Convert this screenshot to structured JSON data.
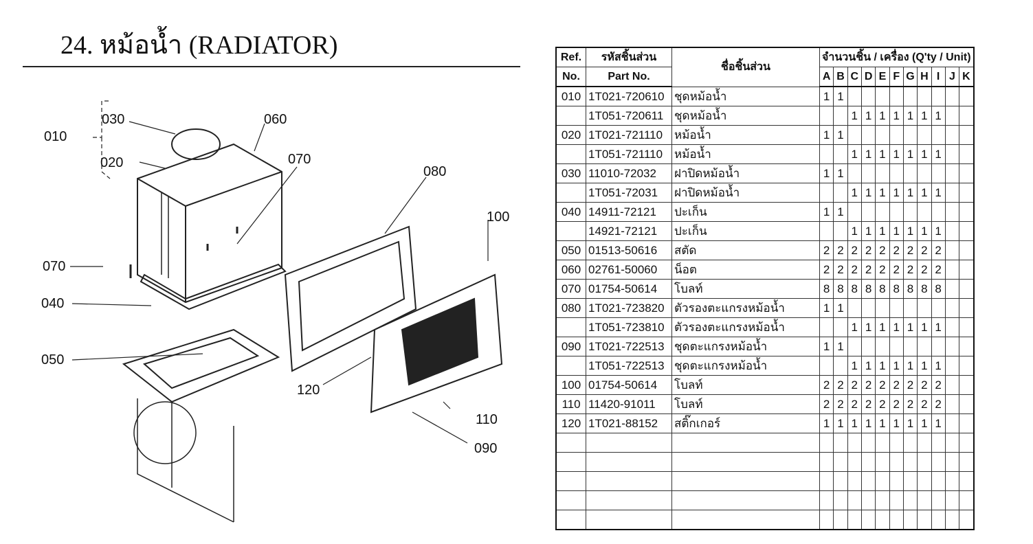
{
  "title": "24. หม้อน้ำ (RADIATOR)",
  "diagram_labels": {
    "l010": "010",
    "l020": "020",
    "l030": "030",
    "l040": "040",
    "l050": "050",
    "l060": "060",
    "l070a": "070",
    "l070b": "070",
    "l080": "080",
    "l090": "090",
    "l100": "100",
    "l110": "110",
    "l120": "120"
  },
  "table": {
    "header": {
      "ref1": "Ref.",
      "ref2": "No.",
      "part_th": "รหัสชิ้นส่วน",
      "part_en": "Part No.",
      "name": "ชื่อชิ้นส่วน",
      "qty": "จำนวนชิ้น / เครื่อง (Q'ty / Unit)",
      "models": [
        "A",
        "B",
        "C",
        "D",
        "E",
        "F",
        "G",
        "H",
        "I",
        "J",
        "K"
      ]
    },
    "rows": [
      {
        "ref": "010",
        "part": "1T021-720610",
        "name": "ชุดหม้อน้ำ",
        "qty": [
          "1",
          "1",
          "",
          "",
          "",
          "",
          "",
          "",
          "",
          "",
          ""
        ]
      },
      {
        "ref": "",
        "part": "1T051-720611",
        "name": "ชุดหม้อน้ำ",
        "qty": [
          "",
          "",
          "1",
          "1",
          "1",
          "1",
          "1",
          "1",
          "1",
          "",
          ""
        ]
      },
      {
        "ref": "020",
        "part": "1T021-721110",
        "name": "หม้อน้ำ",
        "qty": [
          "1",
          "1",
          "",
          "",
          "",
          "",
          "",
          "",
          "",
          "",
          ""
        ]
      },
      {
        "ref": "",
        "part": "1T051-721110",
        "name": "หม้อน้ำ",
        "qty": [
          "",
          "",
          "1",
          "1",
          "1",
          "1",
          "1",
          "1",
          "1",
          "",
          ""
        ]
      },
      {
        "ref": "030",
        "part": "11010-72032",
        "name": "ฝาปิดหม้อน้ำ",
        "qty": [
          "1",
          "1",
          "",
          "",
          "",
          "",
          "",
          "",
          "",
          "",
          ""
        ]
      },
      {
        "ref": "",
        "part": "1T051-72031",
        "name": "ฝาปิดหม้อน้ำ",
        "qty": [
          "",
          "",
          "1",
          "1",
          "1",
          "1",
          "1",
          "1",
          "1",
          "",
          ""
        ]
      },
      {
        "ref": "040",
        "part": "14911-72121",
        "name": "ปะเก็น",
        "qty": [
          "1",
          "1",
          "",
          "",
          "",
          "",
          "",
          "",
          "",
          "",
          ""
        ]
      },
      {
        "ref": "",
        "part": "14921-72121",
        "name": "ปะเก็น",
        "qty": [
          "",
          "",
          "1",
          "1",
          "1",
          "1",
          "1",
          "1",
          "1",
          "",
          ""
        ]
      },
      {
        "ref": "050",
        "part": "01513-50616",
        "name": "สตัด",
        "qty": [
          "2",
          "2",
          "2",
          "2",
          "2",
          "2",
          "2",
          "2",
          "2",
          "",
          ""
        ]
      },
      {
        "ref": "060",
        "part": "02761-50060",
        "name": "น็อต",
        "qty": [
          "2",
          "2",
          "2",
          "2",
          "2",
          "2",
          "2",
          "2",
          "2",
          "",
          ""
        ]
      },
      {
        "ref": "070",
        "part": "01754-50614",
        "name": "โบลท์",
        "qty": [
          "8",
          "8",
          "8",
          "8",
          "8",
          "8",
          "8",
          "8",
          "8",
          "",
          ""
        ]
      },
      {
        "ref": "080",
        "part": "1T021-723820",
        "name": "ตัวรองตะแกรงหม้อน้ำ",
        "qty": [
          "1",
          "1",
          "",
          "",
          "",
          "",
          "",
          "",
          "",
          "",
          ""
        ]
      },
      {
        "ref": "",
        "part": "1T051-723810",
        "name": "ตัวรองตะแกรงหม้อน้ำ",
        "qty": [
          "",
          "",
          "1",
          "1",
          "1",
          "1",
          "1",
          "1",
          "1",
          "",
          ""
        ]
      },
      {
        "ref": "090",
        "part": "1T021-722513",
        "name": "ชุดตะแกรงหม้อน้ำ",
        "qty": [
          "1",
          "1",
          "",
          "",
          "",
          "",
          "",
          "",
          "",
          "",
          ""
        ]
      },
      {
        "ref": "",
        "part": "1T051-722513",
        "name": "ชุดตะแกรงหม้อน้ำ",
        "qty": [
          "",
          "",
          "1",
          "1",
          "1",
          "1",
          "1",
          "1",
          "1",
          "",
          ""
        ]
      },
      {
        "ref": "100",
        "part": "01754-50614",
        "name": "โบลท์",
        "qty": [
          "2",
          "2",
          "2",
          "2",
          "2",
          "2",
          "2",
          "2",
          "2",
          "",
          ""
        ]
      },
      {
        "ref": "110",
        "part": "11420-91011",
        "name": "โบลท์",
        "qty": [
          "2",
          "2",
          "2",
          "2",
          "2",
          "2",
          "2",
          "2",
          "2",
          "",
          ""
        ]
      },
      {
        "ref": "120",
        "part": "1T021-88152",
        "name": "สติ๊กเกอร์",
        "qty": [
          "1",
          "1",
          "1",
          "1",
          "1",
          "1",
          "1",
          "1",
          "1",
          "",
          ""
        ]
      }
    ]
  }
}
